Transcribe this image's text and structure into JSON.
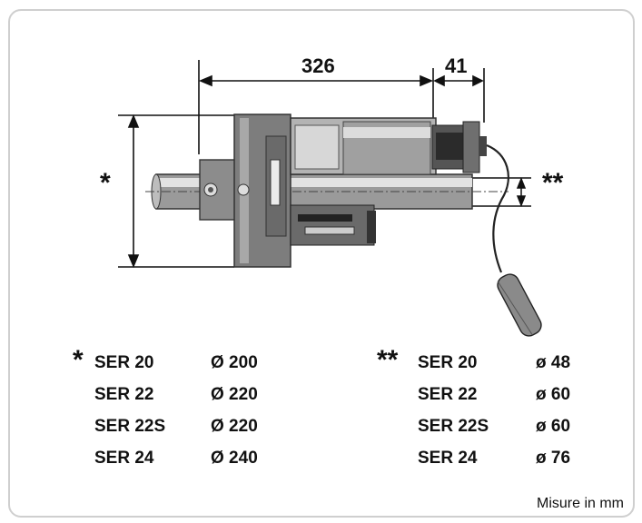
{
  "dimensions": {
    "length": "326",
    "end_length": "41",
    "tube_marker": "*",
    "shaft_marker": "**"
  },
  "table_tube": {
    "marker": "*",
    "rows": [
      {
        "model": "SER 20",
        "value": "Ø 200"
      },
      {
        "model": "SER 22",
        "value": "Ø 220"
      },
      {
        "model": "SER 22S",
        "value": "Ø 220"
      },
      {
        "model": "SER 24",
        "value": "Ø 240"
      }
    ]
  },
  "table_shaft": {
    "marker": "**",
    "rows": [
      {
        "model": "SER 20",
        "value": "ø 48"
      },
      {
        "model": "SER 22",
        "value": "ø 60"
      },
      {
        "model": "SER 22S",
        "value": "ø 60"
      },
      {
        "model": "SER 24",
        "value": "ø 76"
      }
    ]
  },
  "footer": {
    "note": "Misure in mm"
  },
  "colors": {
    "metal_dark": "#7a7a7a",
    "metal_light": "#cfcfcf",
    "line": "#111111"
  }
}
